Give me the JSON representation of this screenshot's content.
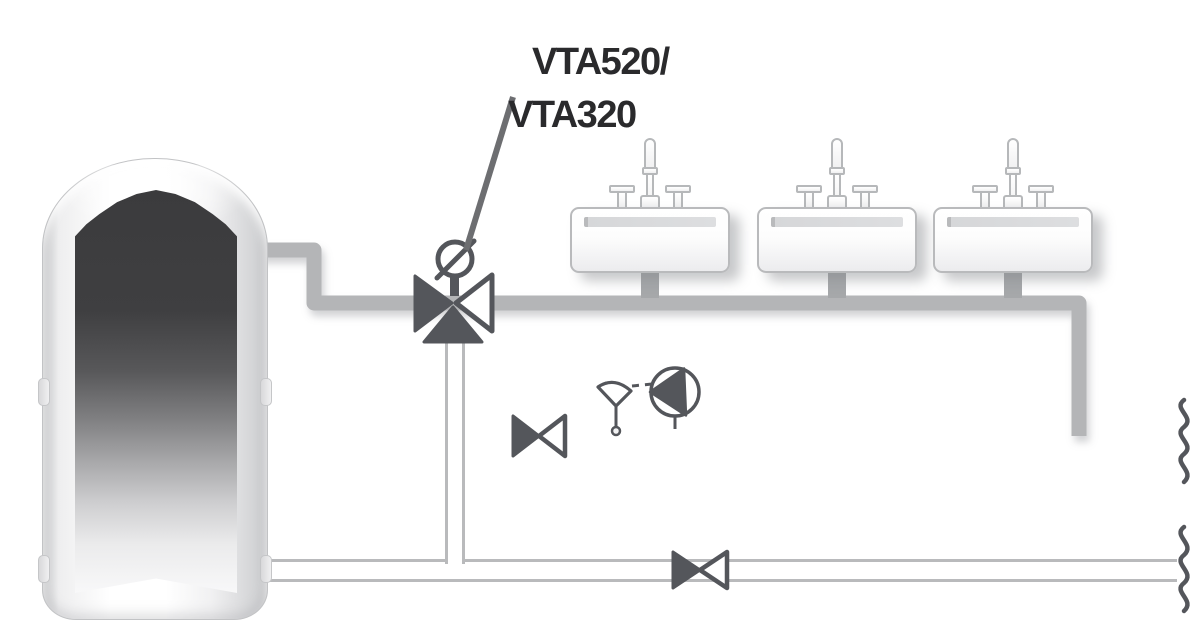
{
  "diagram": {
    "title_label": {
      "line1": "VTA520/",
      "line2": "VTA320"
    },
    "components": {
      "storage_tank": "hot-water-storage-tank-cutaway",
      "mixing_valve": "three-way-thermostatic-mixing-valve",
      "actuator": "thermostat-knob-circle-slash",
      "washbasin_count": 3,
      "circulation_pump": "pump-circle-triangle-left",
      "temperature_sensor": "sensor-wedge-on-pipe",
      "check_valves": [
        "circulation-line-check-valve",
        "cold-line-check-valve"
      ],
      "pipe_breaks": [
        "circulation-line-break",
        "cold-line-break"
      ]
    },
    "pipes": {
      "hot_mixed_line": "thick-gray: tank outlet → mixing valve → basins → drop to circulation line",
      "circulation_line": "thick-gray with check valve, sensor and pump",
      "cold_water_line": "thin-outlined: bottom run to tank plus riser to valve bottom port"
    },
    "colors": {
      "background": "#ffffff",
      "pipe_thick": "#b4b5b7",
      "pipe_thin_outline": "#b9babc",
      "symbol_dark": "#54565b",
      "label_text": "#2a2a2c",
      "pointer_line": "#6d6e71",
      "drain_gray": "#a6a8aa",
      "tank_dark_top": "#3b3b3d"
    }
  }
}
